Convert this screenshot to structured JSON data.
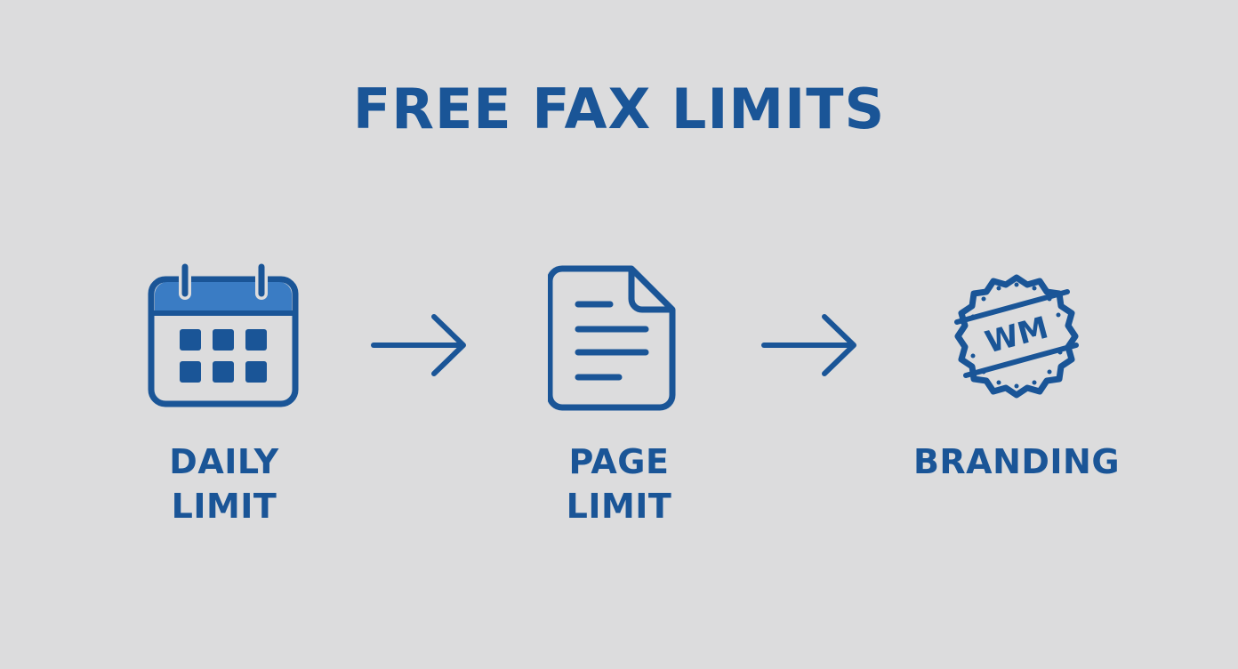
{
  "title": "FREE FAX LIMITS",
  "steps": [
    {
      "icon": "calendar-icon",
      "label_line1": "DAILY",
      "label_line2": "LIMIT"
    },
    {
      "icon": "document-icon",
      "label_line1": "PAGE",
      "label_line2": "LIMIT"
    },
    {
      "icon": "watermark-seal-icon",
      "label_line1": "BRANDING",
      "seal_text": "WM"
    }
  ],
  "colors": {
    "primary": "#1a5597",
    "accent": "#3a7cc4",
    "background": "#dcdcdd"
  }
}
